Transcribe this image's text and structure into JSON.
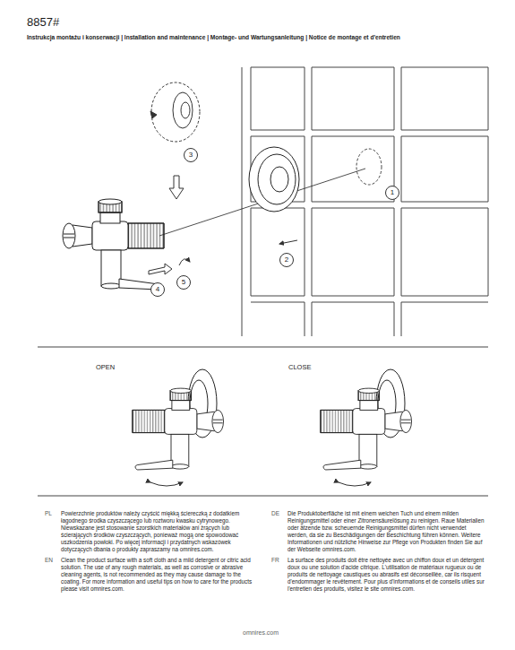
{
  "diagram": {
    "title": "8857#",
    "nodes": [
      {
        "text": [
          "3"
        ]
      },
      {
        "text": [
          "1"
        ]
      },
      {
        "text": [
          "2"
        ]
      },
      {
        "text": [
          "4"
        ]
      },
      {
        "text": [
          "5"
        ]
      }
    ],
    "labels": [
      "Instrukcja montażu i konserwacji | Installation and maintenance | Montage- und Wartungsanleitung | Notice de montage et d'entretien",
      "OPEN",
      "CLOSE",
      "PL",
      "Powierzchnie produktów należy czyścić miękką ściereczką z dodatkiem łagodnego środka czyszczącego lub roztworu kwasku cytrynowego. Niewskazane jest stosowanie szorstkich materiałów ani żrących lub ścierających środków czyszczących, ponieważ mogą one spowodować uszkodzenia powłoki. Po więcej informacji i przydatnych wskazówek dotyczących dbania o produkty zapraszamy na omnires.com.",
      "EN",
      "Clean the product surface with a soft cloth and a mild detergent or citric acid solution. The use of any rough materials, as well as corrosive or abrasive cleaning agents, is not recommended as they may cause damage to the coating. For more information and useful tips on how to care for the products please visit omnires.com.",
      "DE",
      "Die Produktoberfläche ist mit einem weichen Tuch und einem milden Reinigungsmittel oder einer Zitronensäurelösung zu reinigen. Raue Materialien oder ätzende bzw. scheuernde Reinigungsmittel dürfen nicht verwendet werden, da sie zu Beschädigungen der Beschichtung führen können. Weitere Informationen und nützliche Hinweise zur Pflege von Produkten finden Sie auf der Webseite omnires.com.",
      "FR",
      "La surface des produits doit être nettoyée avec un chiffon doux et un détergent doux ou une solution d'acide citrique. L'utilisation de matériaux rugueux ou de produits de nettoyage caustiques ou abrasifs est déconseillée, car ils risquent d'endommager le revêtement. Pour plus d'informations et de conseils utiles sur l'entretien des produits, visitez le site omnires.com.",
      "omnires.com"
    ]
  }
}
